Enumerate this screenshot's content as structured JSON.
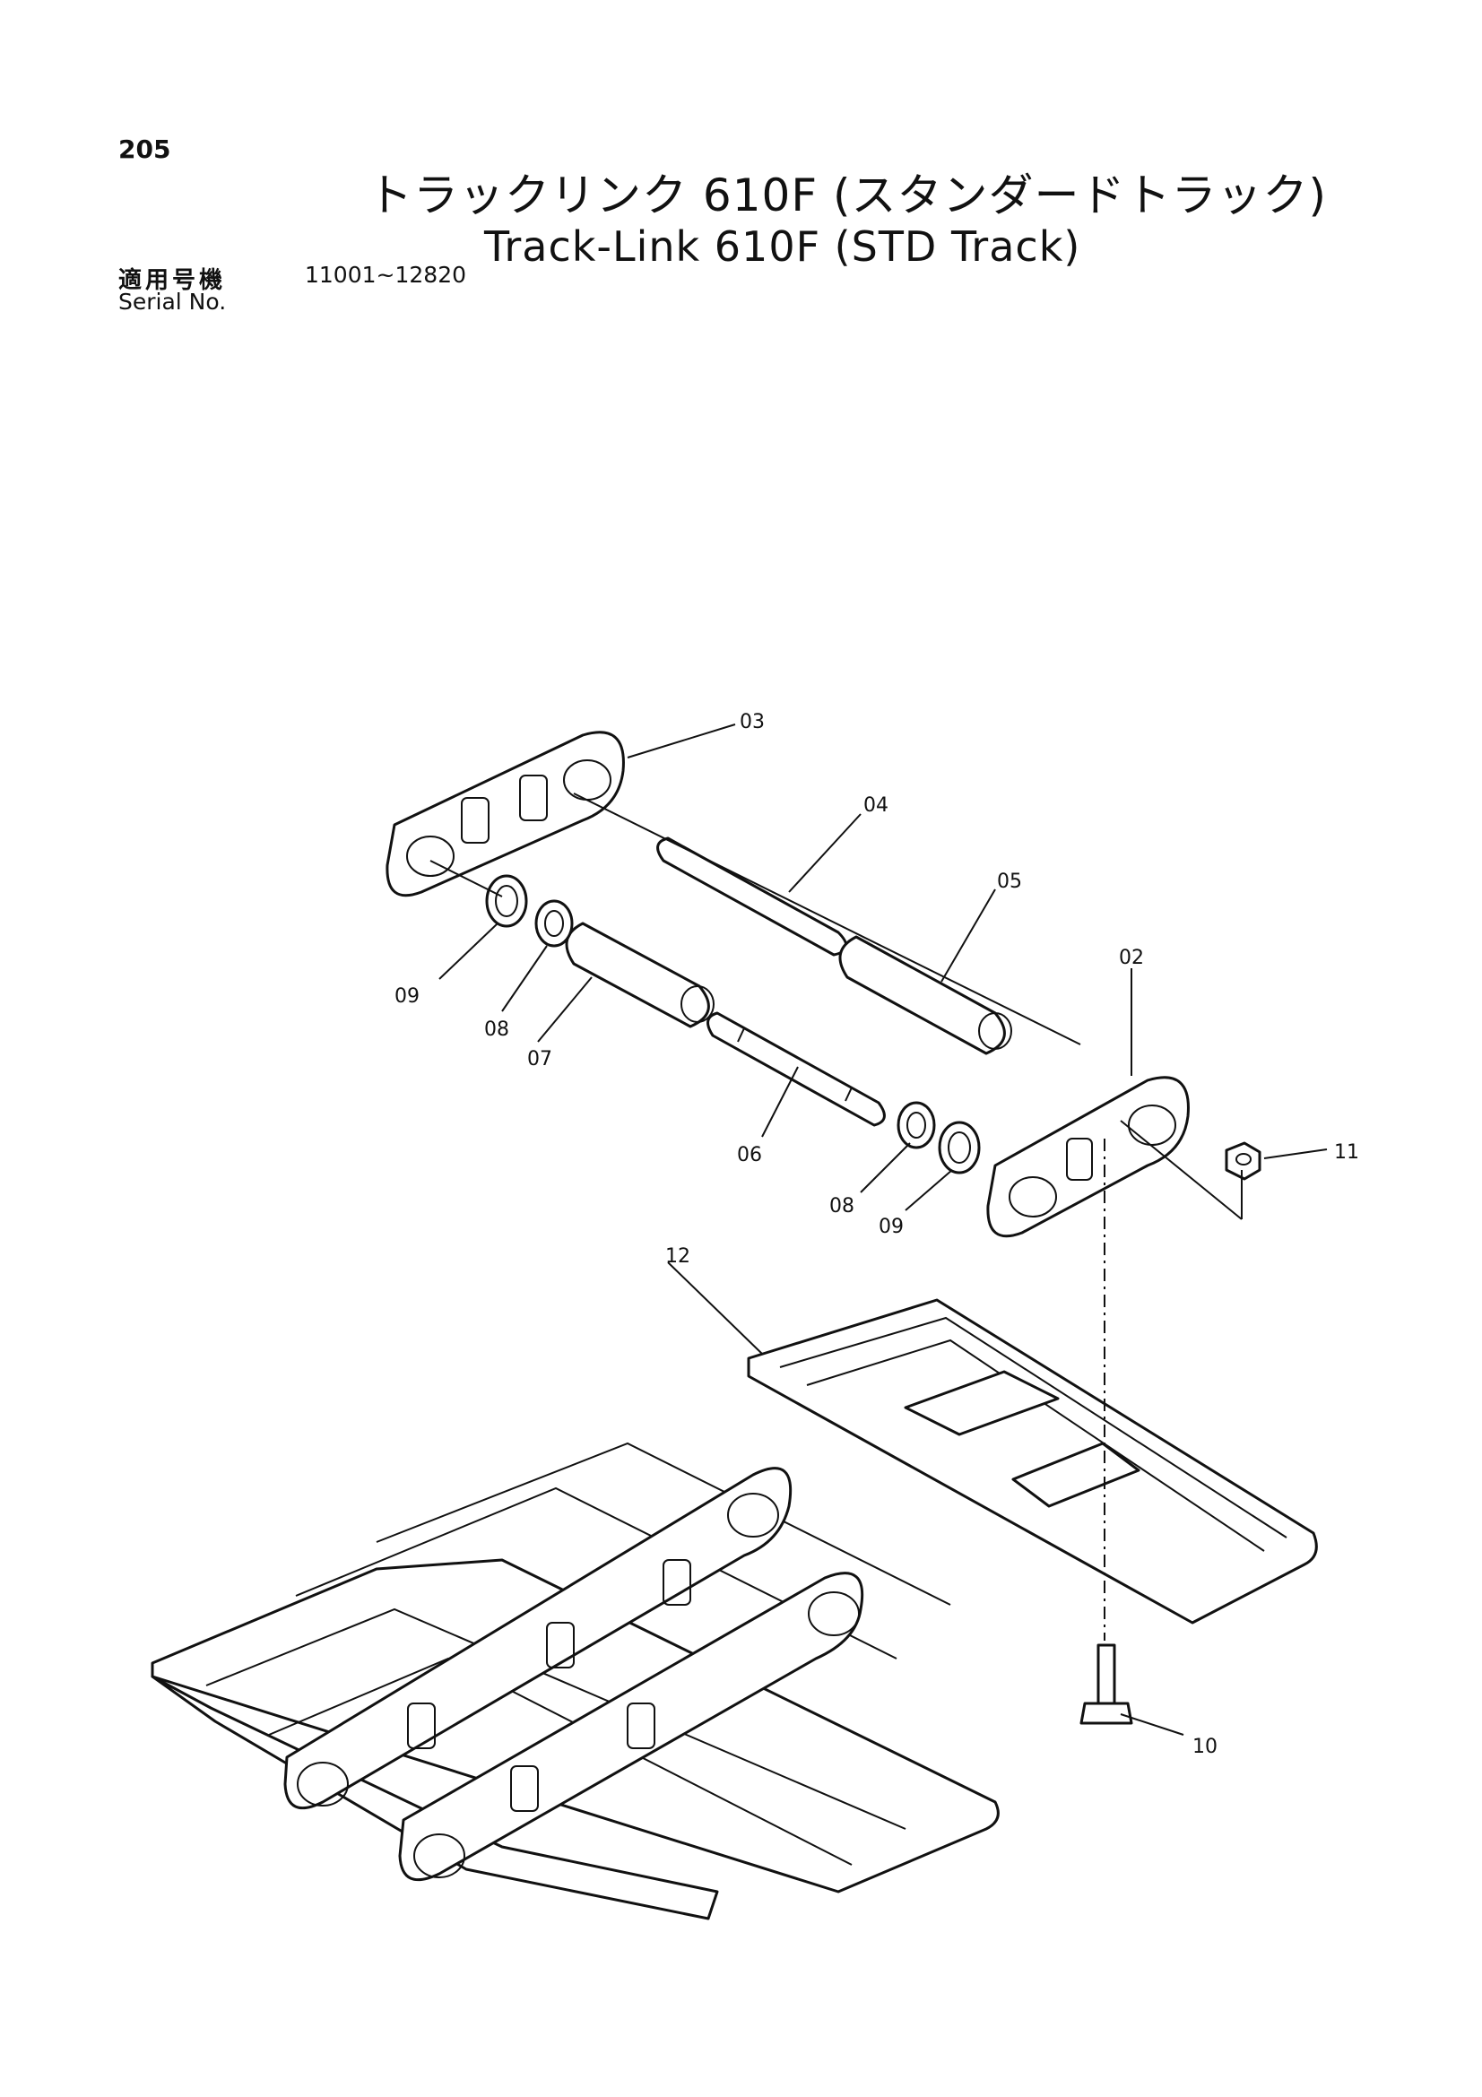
{
  "page": {
    "number": "205"
  },
  "title": {
    "ja": "トラックリンク 610F (スタンダードトラック)",
    "en": "Track-Link 610F (STD Track)"
  },
  "serial": {
    "label_ja": "適用号機",
    "range": "11001~12820",
    "label_en": "Serial No."
  },
  "callouts": {
    "p02": "02",
    "p03": "03",
    "p04": "04",
    "p05": "05",
    "p06": "06",
    "p07": "07",
    "p08a": "08",
    "p08b": "08",
    "p09a": "09",
    "p09b": "09",
    "p10": "10",
    "p11": "11",
    "p12": "12"
  }
}
